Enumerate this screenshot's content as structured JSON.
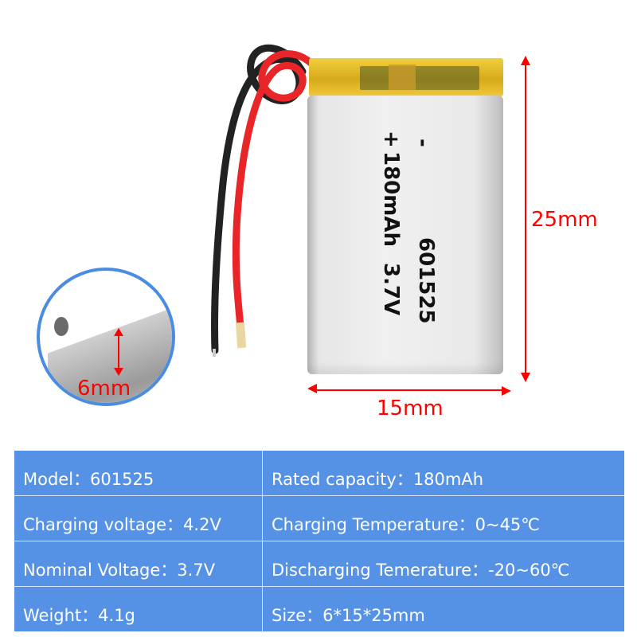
{
  "product": {
    "battery_label": {
      "polarity_negative": "-",
      "polarity_positive": "+",
      "capacity": "180mAh",
      "voltage": "3.7V",
      "model": "601525"
    },
    "dimensions": {
      "height": "25mm",
      "width": "15mm",
      "thickness": "6mm"
    }
  },
  "colors": {
    "table_bg": "#5592e6",
    "dimension_red": "#ff0000",
    "circle_border": "#4a8ce0",
    "wire_red": "#e8262a",
    "wire_black": "#222222",
    "pcb_tape": "#e3b321"
  },
  "specs": {
    "rows": [
      {
        "left": "Model：601525",
        "right": "Rated capacity：180mAh"
      },
      {
        "left": "Charging voltage：4.2V",
        "right": "Charging Temperature：0~45℃"
      },
      {
        "left": "Nominal Voltage：3.7V",
        "right": "Discharging Temerature：-20~60℃"
      },
      {
        "left": "Weight：4.1g",
        "right": "Size：6*15*25mm"
      }
    ]
  }
}
